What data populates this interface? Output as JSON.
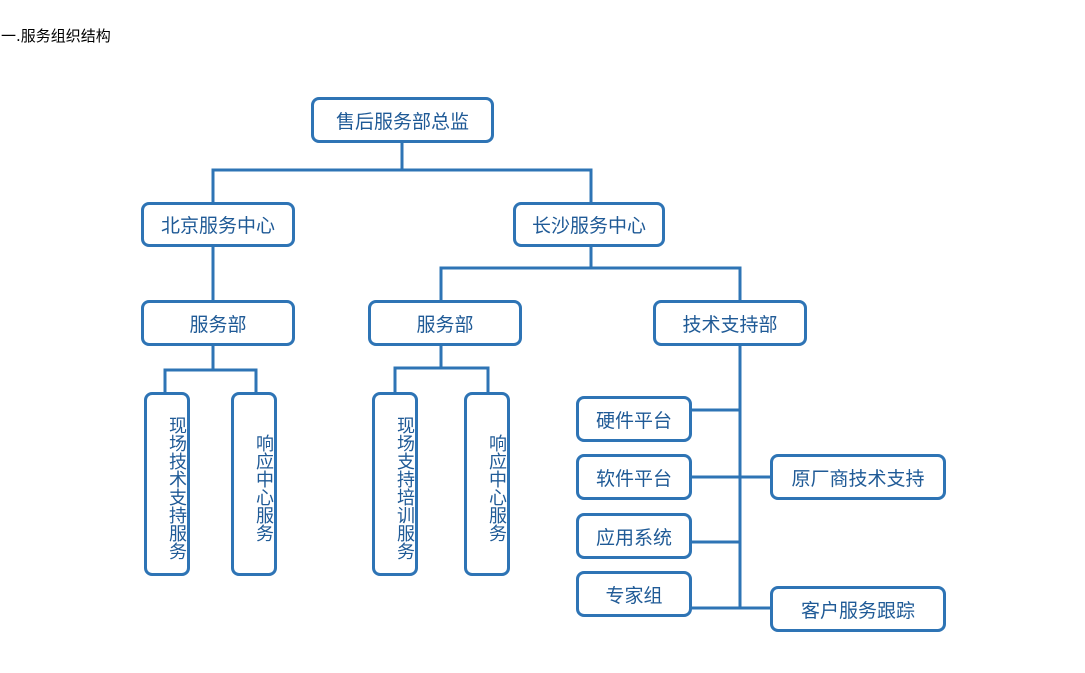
{
  "section_heading": "一.服务组织结构",
  "colors": {
    "box_border": "#2e74b5",
    "connector": "#2e74b5",
    "box_text": "#1f5a96"
  },
  "org": {
    "director": "售后服务部总监",
    "beijing_center": "北京服务中心",
    "changsha_center": "长沙服务中心",
    "beijing_service_dept": "服务部",
    "changsha_service_dept": "服务部",
    "tech_support_dept": "技术支持部",
    "bj_onsite_support": "现场技术支持服务",
    "bj_response_center": "响应中心服务",
    "cs_onsite_training": "现场支持培训服务",
    "cs_response_center": "响应中心服务",
    "hardware_platform": "硬件平台",
    "software_platform": "软件平台",
    "application_system": "应用系统",
    "expert_group": "专家组",
    "vendor_tech_support": "原厂商技术支持",
    "customer_tracking": "客户服务跟踪"
  }
}
